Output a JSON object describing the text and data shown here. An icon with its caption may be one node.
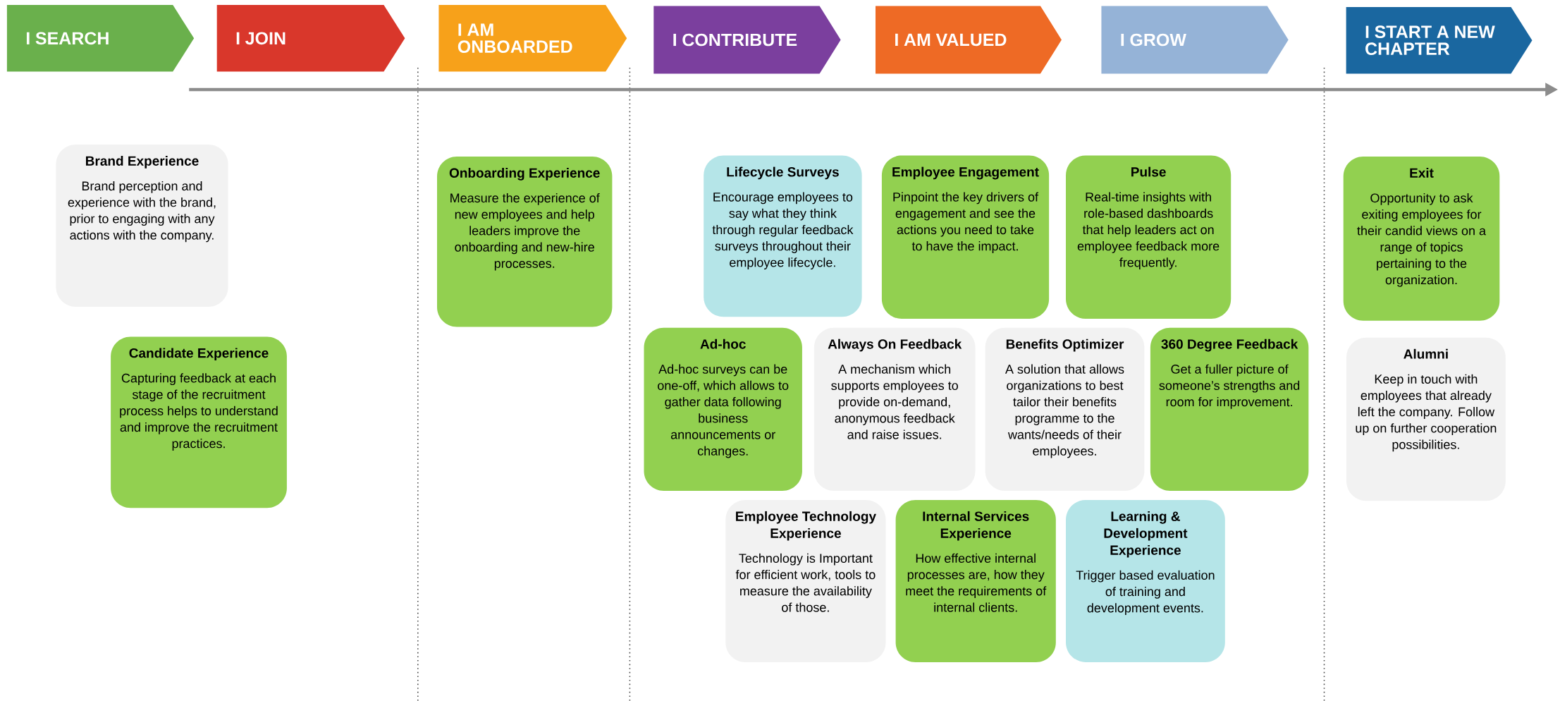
{
  "diagram": {
    "nodes": [
      {
        "text": [
          "I SEARCH"
        ]
      },
      {
        "text": [
          "I JOIN"
        ]
      },
      {
        "text": [
          "I AM ONBOARDED"
        ]
      },
      {
        "text": [
          "I CONTRIBUTE"
        ]
      },
      {
        "text": [
          "I AM VALUED"
        ]
      },
      {
        "text": [
          "I GROW"
        ]
      },
      {
        "text": [
          "I START A NEW CHAPTER"
        ]
      },
      {
        "text": [
          "Brand Experience",
          "Brand perception and experience with the brand, prior to engaging with any actions with the company."
        ]
      },
      {
        "text": [
          "Candidate Experience",
          "Capturing feedback at each stage of the recruitment process helps to understand and improve the recruitment practices."
        ]
      },
      {
        "text": [
          "Onboarding Experience",
          "Measure the experience of new employees and help leaders improve the onboarding and new-hire processes."
        ]
      },
      {
        "text": [
          "Lifecycle Surveys",
          "Encourage employees to say what they think through regular feedback surveys throughout their employee lifecycle."
        ]
      },
      {
        "text": [
          "Employee Engagement",
          "Pinpoint the key drivers of engagement and see the actions you need to take to have the impact."
        ]
      },
      {
        "text": [
          "Pulse",
          "Real-time insights with role-based dashboards that help leaders act on employee feedback more frequently."
        ]
      },
      {
        "text": [
          "Ad-hoc",
          "Ad-hoc surveys can be one-off, which allows to gather data following business announcements or changes."
        ]
      },
      {
        "text": [
          "Always On Feedback",
          "A mechanism which supports employees to provide on-demand, anonymous feedback and raise issues."
        ]
      },
      {
        "text": [
          "Benefits Optimizer",
          "A solution that allows organizations to best tailor their benefits programme to the wants/needs of their employees."
        ]
      },
      {
        "text": [
          "360 Degree Feedback",
          "Get a fuller picture of someone’s strengths and room for improvement."
        ]
      },
      {
        "text": [
          "Employee Technology Experience",
          "Technology is Important for efficient work, tools to measure the availability of those."
        ]
      },
      {
        "text": [
          "Internal Services Experience",
          "How effective internal processes are, how they meet the requirements of internal clients."
        ]
      },
      {
        "text": [
          "Learning & Development Experience",
          "Trigger based evaluation of training and development events."
        ]
      },
      {
        "text": [
          "Exit",
          "Opportunity to ask exiting employees for their candid views on a range of topics pertaining to the organization."
        ]
      },
      {
        "text": [
          "Alumni",
          "Keep in touch with employees that already left the company. Follow up on further cooperation possibilities."
        ]
      }
    ]
  }
}
